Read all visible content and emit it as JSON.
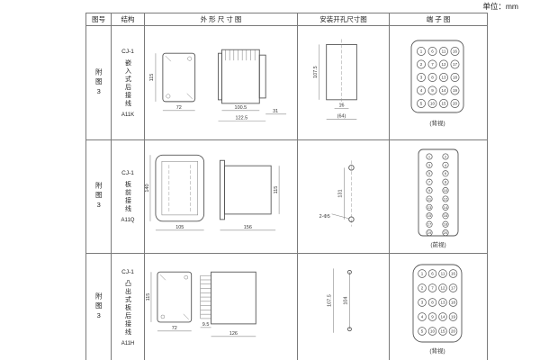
{
  "unit_label": "单位：mm",
  "headers": {
    "fig": "图号",
    "structure": "结构",
    "outline": "外 形 尺 寸 图",
    "mounting": "安装开孔尺寸图",
    "terminal": "端 子 图"
  },
  "rows": [
    {
      "fig_no": "附图3",
      "model": "CJ-1",
      "structure": "嵌入式后接线",
      "code": "A11K",
      "dims": {
        "front_h": "115",
        "front_w": "72",
        "side_d1": "100.5",
        "side_d2": "122.5",
        "side_flange": "31"
      },
      "mount": {
        "h": "107.5",
        "w1": "16",
        "w2": "(64)"
      },
      "terminal": {
        "view": "(背视)",
        "numbers": [
          [
            1,
            6,
            11,
            16
          ],
          [
            2,
            7,
            12,
            17
          ],
          [
            3,
            8,
            13,
            18
          ],
          [
            4,
            9,
            14,
            19
          ],
          [
            5,
            10,
            15,
            20
          ]
        ]
      }
    },
    {
      "fig_no": "附图3",
      "model": "CJ-1",
      "structure": "板前接线",
      "code": "A11Q",
      "dims": {
        "front_h": "140",
        "front_w": "105",
        "side_w": "156",
        "side_h": "115"
      },
      "mount": {
        "h": "131",
        "holes": "2-Φ5"
      },
      "terminal": {
        "view": "(前视)",
        "numbers": [
          [
            1,
            2
          ],
          [
            3,
            4
          ],
          [
            5,
            6
          ],
          [
            7,
            8
          ],
          [
            9,
            10
          ],
          [
            11,
            12
          ],
          [
            13,
            14
          ],
          [
            15,
            16
          ],
          [
            17,
            18
          ],
          [
            19,
            20
          ]
        ]
      }
    },
    {
      "fig_no": "附图3",
      "model": "CJ-1",
      "structure": "凸出式板后接线",
      "code": "A11H",
      "dims": {
        "front_h": "115",
        "front_w": "72",
        "pin_d": "9.5",
        "side_d": "126"
      },
      "mount": {
        "h1": "107.5",
        "h2": "104"
      },
      "terminal": {
        "view": "(背视)",
        "numbers": [
          [
            1,
            6,
            11,
            16
          ],
          [
            2,
            7,
            12,
            17
          ],
          [
            3,
            8,
            13,
            18
          ],
          [
            4,
            9,
            14,
            19
          ],
          [
            5,
            10,
            15,
            20
          ]
        ]
      }
    }
  ]
}
